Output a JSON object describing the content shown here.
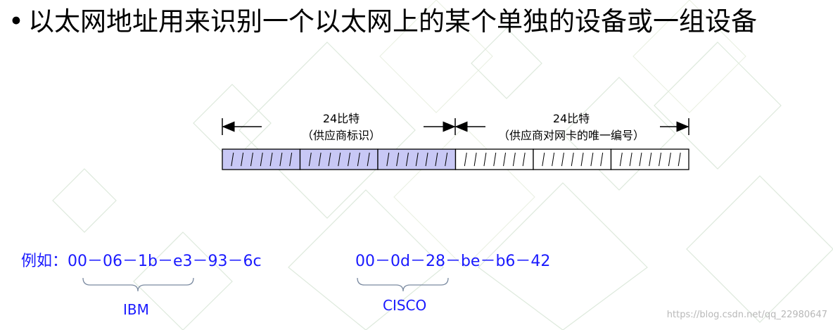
{
  "heading": {
    "bullet": "•",
    "text": "以太网地址用来识别一个以太网上的某个单独的设备或一组设备"
  },
  "diagram": {
    "left_label": {
      "line1": "24比特",
      "line2": "（供应商标识）"
    },
    "right_label": {
      "line1": "24比特",
      "line2": "（供应商对网卡的唯一编号）"
    },
    "colors": {
      "vendor_fill": "#c8c8f5",
      "border": "#000000"
    }
  },
  "example": {
    "prefix": "例如：",
    "mac1": "00－06－1b－e3－93－6c",
    "mac2": "00－0d－28－be－b6－42",
    "vendor1": "IBM",
    "vendor2": "CISCO",
    "color": "#1a1aff"
  },
  "watermark": "https://blog.csdn.net/qq_22980647"
}
